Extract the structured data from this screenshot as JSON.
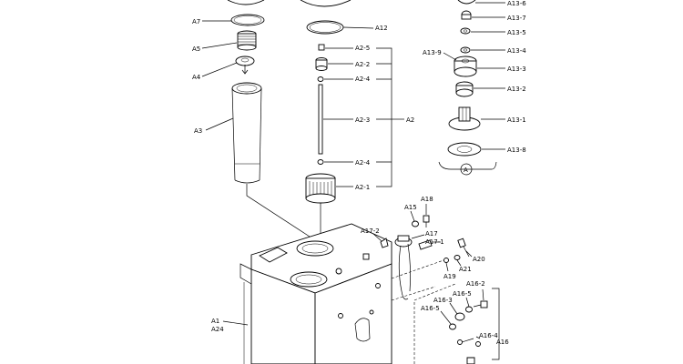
{
  "labels": {
    "a7": "A7",
    "a5": "A5",
    "a4": "A4",
    "a3": "A3",
    "a12": "A12",
    "a2_5": "A2-5",
    "a2_2": "A2-2",
    "a2_4a": "A2-4",
    "a2_3": "A2-3",
    "a2": "A2",
    "a2_4b": "A2-4",
    "a2_1": "A2-1",
    "a13_6": "A13-6",
    "a13_7": "A13-7",
    "a13_5": "A13-5",
    "a13_9": "A13-9",
    "a13_4": "A13-4",
    "a13_3": "A13-3",
    "a13_2": "A13-2",
    "a13_1": "A13-1",
    "a13_8": "A13-8",
    "circle_a": "A",
    "a18": "A18",
    "a15": "A15",
    "a17_2": "A17-2",
    "a17": "A17",
    "a17_1": "A17-1",
    "a20": "A20",
    "a21": "A21",
    "a19": "A19",
    "a16_2": "A16-2",
    "a16_5a": "A16-5",
    "a16_3": "A16-3",
    "a16_5b": "A16-5",
    "a16_4": "A16-4",
    "a16": "A16",
    "a1": "A1",
    "a24": "A24"
  }
}
